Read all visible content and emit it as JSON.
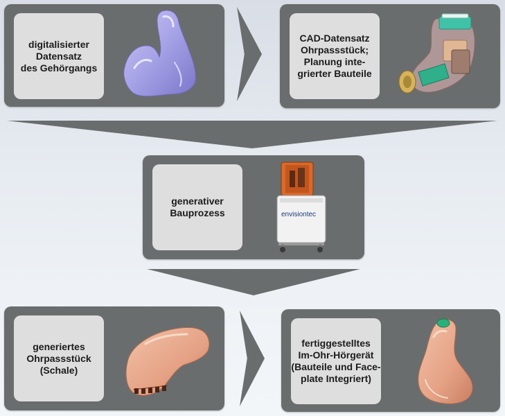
{
  "steps": [
    {
      "label": "digitalisierter\nDatensatz\ndes Gehörgangs"
    },
    {
      "label": "CAD-Datensatz\nOhrpassstück;\nPlanung inte-\ngrierter Bauteile"
    },
    {
      "label": "generativer\nBauprozess"
    },
    {
      "label": "generiertes\nOhrpassstück\n(Schale)"
    },
    {
      "label": "fertiggestelltes\nIm-Ohr-Hörgerät\n(Bauteile und Face-\nplate Integriert)"
    }
  ],
  "printer": {
    "brand": "envisiontec"
  },
  "colors": {
    "panel": "#6a6d6d",
    "label_box": "#dedede",
    "ear_canal_model": "#a5a1e6",
    "cad_shell": "#c8a6a6",
    "cad_component": "#2fb08a",
    "printer_hood": "#d96a2a",
    "shell_skin": "#e5a184",
    "faceplate_button": "#2bb07a"
  }
}
